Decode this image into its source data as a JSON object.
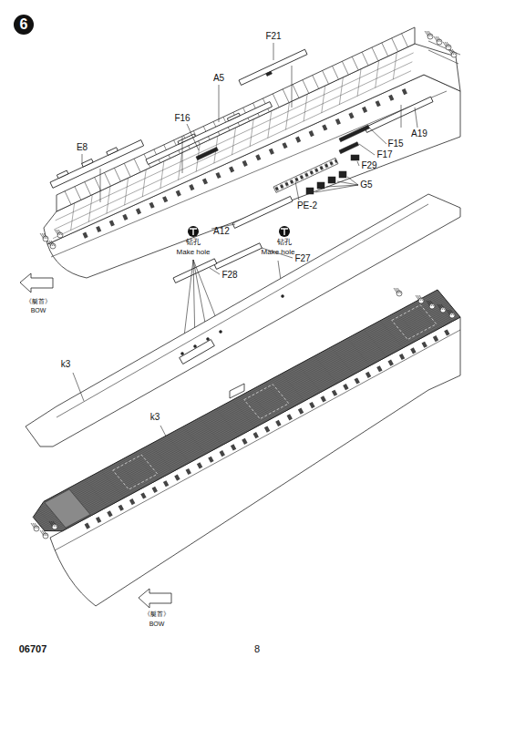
{
  "diagram": {
    "nodes": [
      {
        "text": [
          "6"
        ]
      }
    ],
    "labels": [
      "F21",
      "A5",
      "F16",
      "E8",
      "A19",
      "F15",
      "F17",
      "F29",
      "G5",
      "PE-2",
      "A12",
      "F27",
      "F28",
      "钻孔",
      "Make hole",
      "钻孔",
      "Make hole",
      "《艇首》",
      "BOW",
      "k3",
      "k3",
      "《艇首》",
      "BOW",
      "06707",
      "8"
    ]
  }
}
